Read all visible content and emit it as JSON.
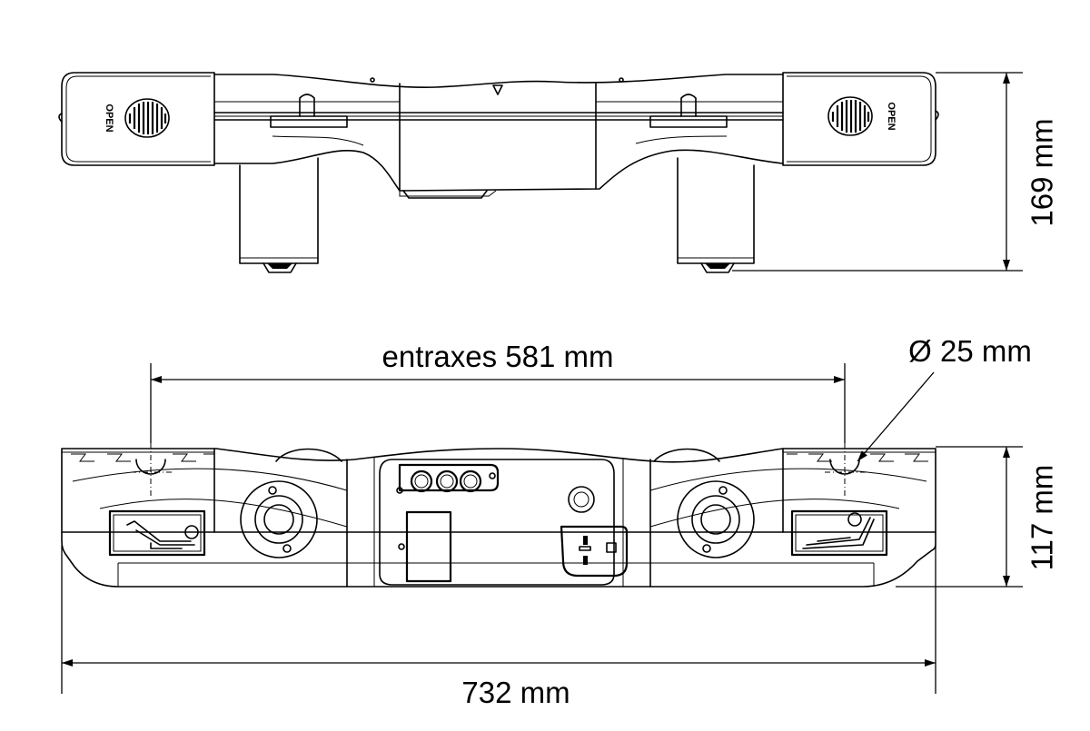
{
  "labels": {
    "height_top": "169 mm",
    "center_distance": "entraxes 581 mm",
    "diameter": "Ø 25 mm",
    "height_front": "117 mm",
    "width": "732 mm"
  },
  "box_text": {
    "open_left": "OPEN",
    "open_right": "OPEN"
  }
}
